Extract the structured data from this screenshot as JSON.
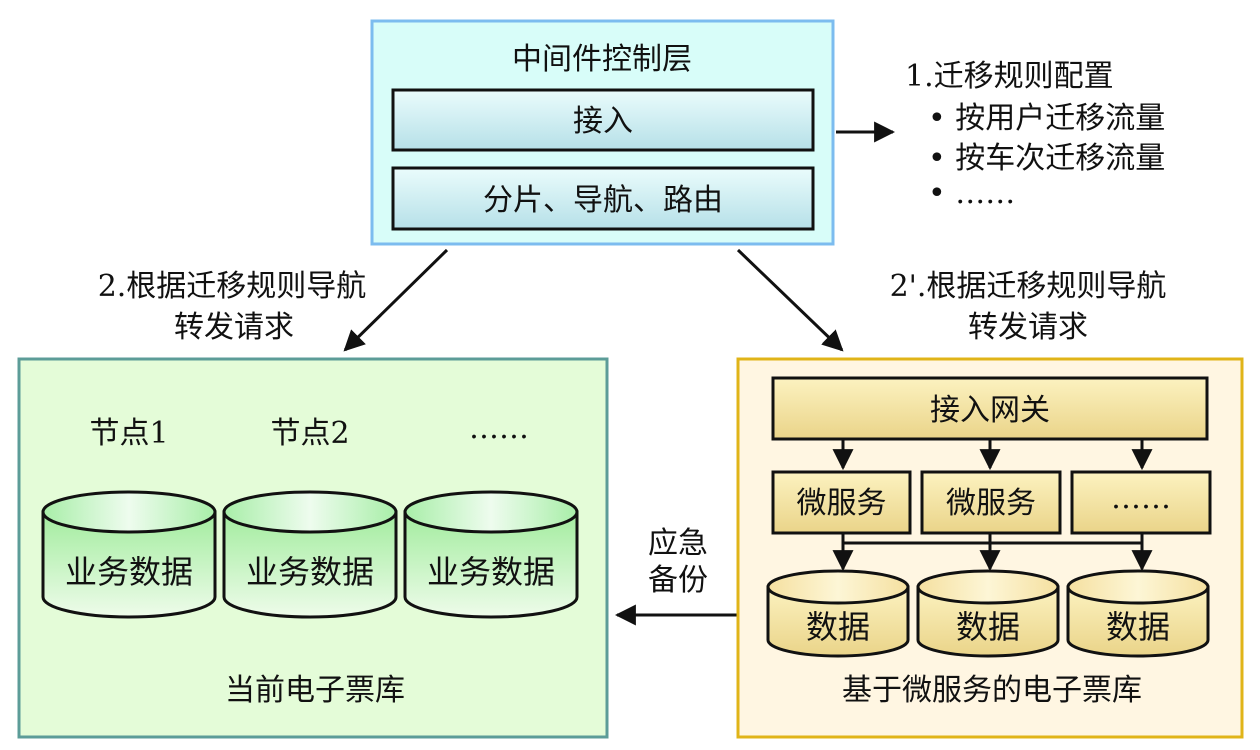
{
  "colors": {
    "control_fill": "#d8fdf9",
    "control_border": "#7cbcef",
    "legacy_fill": "#e4fcd8",
    "legacy_border": "#5c9c98",
    "micro_fill": "#fff6e2",
    "micro_border": "#e0b418",
    "stroke": "#111111"
  },
  "control_layer": {
    "title": "中间件控制层",
    "access": "接入",
    "routing": "分片、导航、路由"
  },
  "rules": {
    "title": "1.迁移规则配置",
    "items": [
      "• 按用户迁移流量",
      "• 按车次迁移流量",
      "• ……"
    ]
  },
  "forward_left": {
    "line1": "2.根据迁移规则导航",
    "line2": "转发请求"
  },
  "forward_right": {
    "line1": "2'.根据迁移规则导航",
    "line2": "转发请求"
  },
  "legacy_db": {
    "caption": "当前电子票库",
    "nodes": [
      {
        "label": "节点1",
        "cylinder": "业务数据"
      },
      {
        "label": "节点2",
        "cylinder": "业务数据"
      },
      {
        "label": "……",
        "cylinder": "业务数据"
      }
    ]
  },
  "backup": {
    "line1": "应急",
    "line2": "备份"
  },
  "micro_db": {
    "caption": "基于微服务的电子票库",
    "gateway": "接入网关",
    "services": [
      "微服务",
      "微服务",
      "……"
    ],
    "data_stores": [
      "数据",
      "数据",
      "数据"
    ]
  }
}
